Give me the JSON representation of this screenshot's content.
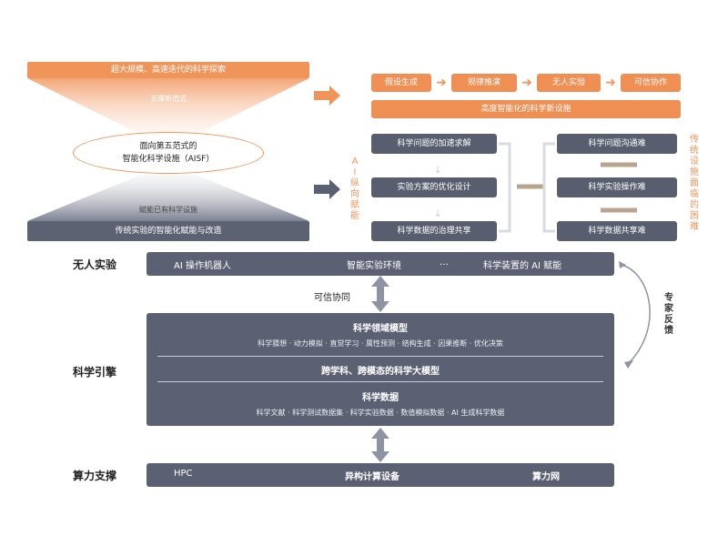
{
  "top": {
    "banner1": "超大规模、高速迭代的科学探索",
    "support_paradigm": "支撑新范式",
    "aisf": {
      "line1": "面向第五范式的",
      "line2": "智能化科学设施（AISF）"
    },
    "empower": "赋能已有科学设施",
    "banner2": "传统实验的智能化赋能与改造"
  },
  "right_top": {
    "steps": [
      "假设生成",
      "规律推演",
      "无人实验",
      "可信协作"
    ],
    "facility": "高度智能化的科学新设施"
  },
  "middle": {
    "vertical_left": [
      "A",
      "I",
      "纵",
      "向",
      "赋",
      "能"
    ],
    "left_boxes": [
      "科学问题的加速求解",
      "实验方案的优化设计",
      "科学数据的治理共享"
    ],
    "right_boxes": [
      "科学问题沟通难",
      "科学实验操作难",
      "科学数据共享难"
    ],
    "vertical_right": [
      "传",
      "统",
      "设",
      "施",
      "面",
      "临",
      "的",
      "困",
      "难"
    ]
  },
  "bottom": {
    "unmanned": {
      "label": "无人实验",
      "items": [
        "AI 操作机器人",
        "智能实验环境",
        "…",
        "科学装置的 AI 赋能"
      ]
    },
    "trusted": "可信协同",
    "expert": [
      "专",
      "家",
      "反",
      "馈"
    ],
    "engine": {
      "label": "科学引擎",
      "domain_title": "科学领域模型",
      "domain_items": "科学猜想 · 动力模拟 · 直觉学习 · 属性预测 · 结构生成 · 因果推断 · 优化决策",
      "big_model": "跨学科、跨模态的科学大模型",
      "data_title": "科学数据",
      "data_items": "科学文献 · 科学测试数据集 · 科学实验数据 · 数值模拟数据 · AI 生成科学数据"
    },
    "compute": {
      "label": "算力支撑",
      "items": [
        "HPC",
        "异构计算设备",
        "算力网"
      ]
    }
  },
  "colors": {
    "orange": "#f0955a",
    "slate": "#5b6072",
    "grey_arrow": "#8f94a3"
  }
}
